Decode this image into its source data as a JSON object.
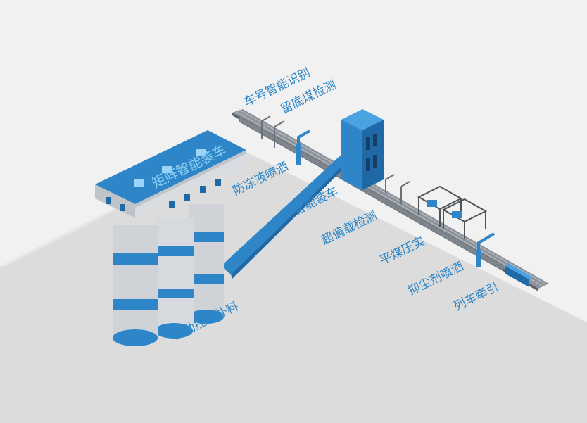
{
  "colors": {
    "background": "#f1f1f2",
    "ground": "#dcdcdd",
    "ground_edge": "#c9c9cb",
    "blue": "#2e86c9",
    "blue_dark": "#1f6aa6",
    "blue_light": "#4aa2e0",
    "silo_gray": "#cfd3d8",
    "label_blue": "#2b86c7"
  },
  "labels": {
    "roof_title": "矩阵智能装车",
    "car_number_id": "车号智能识别",
    "residual_coal_detect": "留底煤检测",
    "antifreeze_spray": "防冻液喷洒",
    "smart_loading": "智能装车",
    "overload_offset_detect": "超偏载检测",
    "leveling_compaction": "平煤压实",
    "dust_suppression_spray": "抑尘剂喷洒",
    "train_traction": "列车牵引",
    "auto_refill_control": "自动控制补料"
  }
}
